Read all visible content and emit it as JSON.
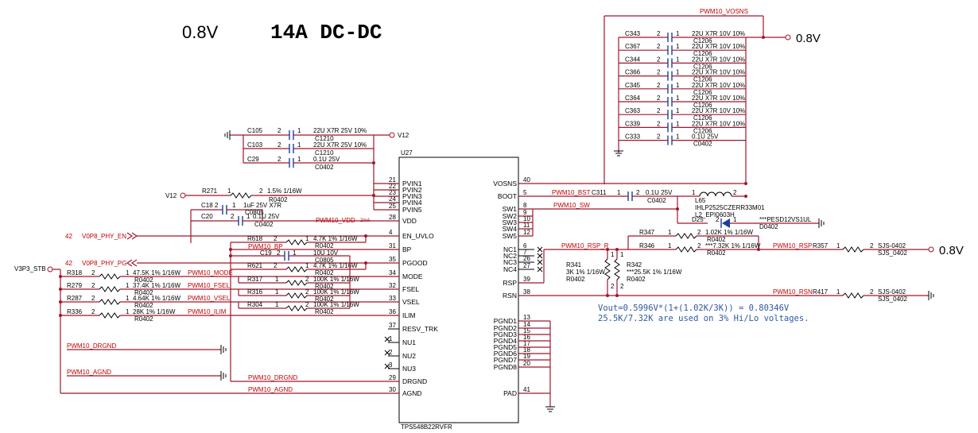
{
  "header": {
    "voltage": "0.8V",
    "title": "14A DC-DC"
  },
  "ic": {
    "ref": "U27",
    "part": "TPS548B22RVFR",
    "left_pins": [
      {
        "name": "PVIN1",
        "num": "21"
      },
      {
        "name": "PVIN2",
        "num": "22"
      },
      {
        "name": "PVIN3",
        "num": "23"
      },
      {
        "name": "PVIN4",
        "num": "24"
      },
      {
        "name": "PVIN5",
        "num": "25"
      },
      {
        "name": "VDD",
        "num": "28"
      },
      {
        "name": "EN_UVLO",
        "num": "4"
      },
      {
        "name": "BP",
        "num": "31"
      },
      {
        "name": "PGOOD",
        "num": "35"
      },
      {
        "name": "MODE",
        "num": "34"
      },
      {
        "name": "FSEL",
        "num": "32"
      },
      {
        "name": "VSEL",
        "num": "33"
      },
      {
        "name": "ILIM",
        "num": "36"
      },
      {
        "name": "RESV_TRK",
        "num": "37"
      },
      {
        "name": "NU1",
        "num": "1"
      },
      {
        "name": "NU2",
        "num": "2"
      },
      {
        "name": "NU3",
        "num": "3"
      },
      {
        "name": "DRGND",
        "num": "29"
      },
      {
        "name": "AGND",
        "num": "30"
      }
    ],
    "right_pins": [
      {
        "name": "VOSNS",
        "num": "40"
      },
      {
        "name": "BOOT",
        "num": "5"
      },
      {
        "name": "SW1",
        "num": "8"
      },
      {
        "name": "SW2",
        "num": "9"
      },
      {
        "name": "SW3",
        "num": "10"
      },
      {
        "name": "SW4",
        "num": "11"
      },
      {
        "name": "SW5",
        "num": "12"
      },
      {
        "name": "NC1",
        "num": "6"
      },
      {
        "name": "NC2",
        "num": "7"
      },
      {
        "name": "NC3",
        "num": "26"
      },
      {
        "name": "NC4",
        "num": "27"
      },
      {
        "name": "RSP",
        "num": "39"
      },
      {
        "name": "RSN",
        "num": "38"
      },
      {
        "name": "PGND1",
        "num": "13"
      },
      {
        "name": "PGND2",
        "num": "14"
      },
      {
        "name": "PGND3",
        "num": "15"
      },
      {
        "name": "PGND4",
        "num": "16"
      },
      {
        "name": "PGND5",
        "num": "17"
      },
      {
        "name": "PGND6",
        "num": "18"
      },
      {
        "name": "PGND7",
        "num": "19"
      },
      {
        "name": "PGND8",
        "num": "20"
      },
      {
        "name": "PAD",
        "num": "41"
      }
    ]
  },
  "input_caps": [
    {
      "ref": "C105",
      "p2": "2",
      "p1": "1",
      "val": "22U X7R 25V 10%",
      "pkg": "C1210"
    },
    {
      "ref": "C103",
      "p2": "2",
      "p1": "1",
      "val": "22U X7R 25V 10%",
      "pkg": "C1210"
    },
    {
      "ref": "C29",
      "p2": "2",
      "p1": "1",
      "val": "0.1U 25V",
      "pkg": "C0402"
    }
  ],
  "output_caps": [
    {
      "ref": "C343",
      "p2": "2",
      "p1": "1",
      "val": "22U X7R 10V 10%",
      "pkg": "C1206"
    },
    {
      "ref": "C367",
      "p2": "2",
      "p1": "1",
      "val": "22U X7R 10V 10%",
      "pkg": "C1206"
    },
    {
      "ref": "C344",
      "p2": "2",
      "p1": "1",
      "val": "22U X7R 10V 10%",
      "pkg": "C1206"
    },
    {
      "ref": "C366",
      "p2": "2",
      "p1": "1",
      "val": "22U X7R 10V 10%",
      "pkg": "C1206"
    },
    {
      "ref": "C345",
      "p2": "2",
      "p1": "1",
      "val": "22U X7R 10V 10%",
      "pkg": "C1206"
    },
    {
      "ref": "C364",
      "p2": "2",
      "p1": "1",
      "val": "22U X7R 10V 10%",
      "pkg": "C1206"
    },
    {
      "ref": "C363",
      "p2": "2",
      "p1": "1",
      "val": "22U X7R 10V 10%",
      "pkg": "C1206"
    },
    {
      "ref": "C339",
      "p2": "2",
      "p1": "1",
      "val": "22U X7R 10V 10%",
      "pkg": "C1206"
    },
    {
      "ref": "C333",
      "p2": "2",
      "p1": "1",
      "val": "0.1U 25V",
      "pkg": "C0402"
    }
  ],
  "left_parts": [
    {
      "ref": "R271",
      "p1": "1",
      "p2": "2",
      "val": "1.5% 1/16W",
      "pkg": "R0402"
    },
    {
      "ref": "C18",
      "p1": "2",
      "p2": "1",
      "val": "1uF 25V X7R",
      "pkg": "C0805"
    },
    {
      "ref": "C20",
      "p1": "2",
      "p2": "1",
      "val": "0.1U 25V",
      "pkg": "C0402"
    },
    {
      "ref": "R618",
      "p1": "2",
      "p2": "1",
      "val": "4.7K 1% 1/16W",
      "pkg": "R0402"
    },
    {
      "ref": "C19",
      "p1": "2",
      "p2": "1",
      "val": "10U 10V",
      "pkg": "C0805"
    },
    {
      "ref": "R621",
      "p1": "2",
      "p2": "1",
      "val": "4.7K 1% 1/16W",
      "pkg": "R0402"
    },
    {
      "ref": "R317",
      "p1": "1",
      "p2": "2",
      "val": "100K 1% 1/16W",
      "pkg": "R0402"
    },
    {
      "ref": "R316",
      "p1": "1",
      "p2": "2",
      "val": "100K 1% 1/16W",
      "pkg": "R0402"
    },
    {
      "ref": "R304",
      "p1": "1",
      "p2": "2",
      "val": "100K 1% 1/16W",
      "pkg": "R0402"
    }
  ],
  "strap_resistors": [
    {
      "ref": "R318",
      "p1": "2",
      "p2": "1",
      "val": "47.5K 1% 1/16W",
      "pkg": "R0402",
      "net": "PWM10_MODE"
    },
    {
      "ref": "R279",
      "p1": "2",
      "p2": "1",
      "val": "37.4K 1% 1/16W",
      "pkg": "R0402",
      "net": "PWM10_FSEL"
    },
    {
      "ref": "R287",
      "p1": "2",
      "p2": "1",
      "val": "4.64K 1% 1/16W",
      "pkg": "R0402",
      "net": "PWM10_VSEL"
    },
    {
      "ref": "R336",
      "p1": "2",
      "p2": "1",
      "val": "28K 1% 1/16W",
      "pkg": "R0402",
      "net": "PWM10_ILIM"
    }
  ],
  "nets": {
    "vosns": "PWM10_VOSNS",
    "v12": "V12",
    "v12_left": "V12",
    "vdd": "PWM10_VDD",
    "vdd_current": "2mA",
    "en": "V0P8_PHY_EN",
    "en_num": "42",
    "pg": "V0P8_PHY_PG",
    "pg_num": "42",
    "bp": "PWM10_BP",
    "v3p3": "V3P3_STB",
    "drgnd_left": "PWM10_DRGND",
    "agnd_left": "PWM10_AGND",
    "drgnd": "PWM10_DRGND",
    "agnd": "PWM10_AGND",
    "bst": "PWM10_BST",
    "sw": "PWM10_SW",
    "rsp_r": "PWM10_RSP_R",
    "rsp": "PWM10_RSP",
    "rsn": "PWM10_RSN",
    "out_top": "0.8V",
    "out_mid": "0.8V"
  },
  "boot_cap": {
    "ref": "C311",
    "p1": "1",
    "p2": "2",
    "val": "0.1U 25V",
    "pkg": "C0402"
  },
  "inductor": {
    "ref": "L65",
    "p1": "1",
    "p2": "2",
    "val": "IHLP2525CZERR33M01",
    "pkg": "L2_EPI0603H"
  },
  "diode": {
    "ref": "D25",
    "pin": "2",
    "pin1": "1",
    "val": "***PESD12VS1UL",
    "pkg": "D0402"
  },
  "feedback": [
    {
      "ref": "R347",
      "p1": "1",
      "p2": "2",
      "val": "1.02K 1% 1/16W",
      "pkg": "R0402"
    },
    {
      "ref": "R346",
      "p1": "1",
      "p2": "2",
      "val": "***7.32K 1% 1/16W",
      "pkg": "R0402"
    },
    {
      "ref": "R341",
      "p1": "1",
      "p2": "2",
      "val": "3K 1% 1/16W",
      "pkg": "R0402"
    },
    {
      "ref": "R342",
      "p1": "1",
      "p2": "2",
      "val": "***25.5K 1% 1/16W",
      "pkg": "R0402"
    }
  ],
  "sense_jumpers": [
    {
      "ref": "R357",
      "p1": "1",
      "p2": "2",
      "val": "SJS-0402",
      "pkg": "SJS_0402"
    },
    {
      "ref": "R417",
      "p1": "1",
      "p2": "2",
      "val": "SJS-0402",
      "pkg": "SJS_0402"
    }
  ],
  "notes": [
    "Vout=0.5996V*(1+(1.02K/3K)) = 0.80346V",
    "25.5K/7.32K are used on 3% Hi/Lo voltages."
  ]
}
